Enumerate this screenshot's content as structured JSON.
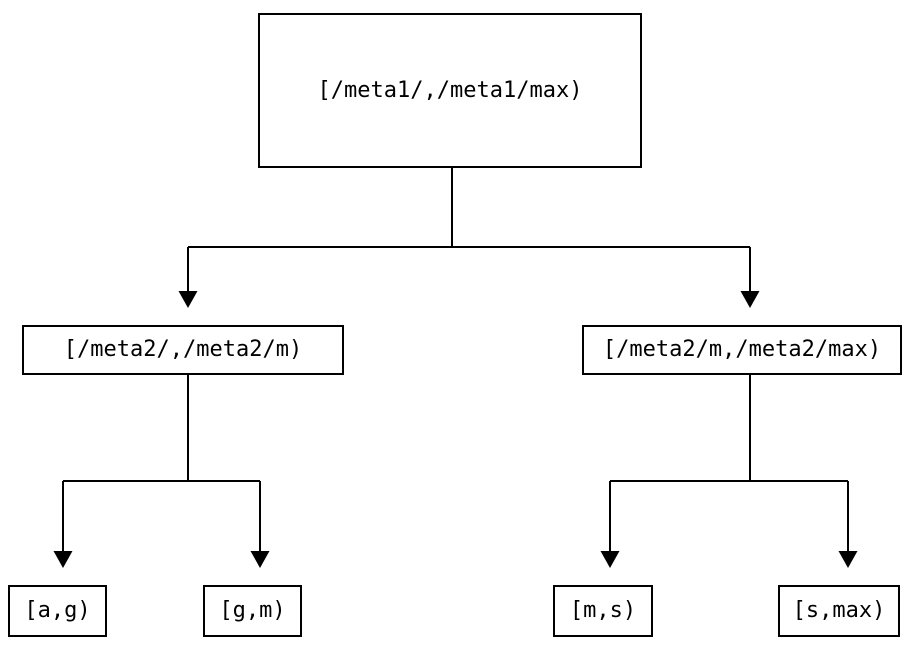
{
  "diagram": {
    "type": "binary-interval-tree",
    "colors": {
      "background": "#ffffff",
      "line": "#000000",
      "box_border": "#000000",
      "text": "#000000"
    },
    "nodes": {
      "root": {
        "label": "[/meta1/,/meta1/max)"
      },
      "left_child": {
        "label": "[/meta2/,/meta2/m)"
      },
      "right_child": {
        "label": "[/meta2/m,/meta2/max)"
      },
      "leaf_ag": {
        "label": "[a,g)"
      },
      "leaf_gm": {
        "label": "[g,m)"
      },
      "leaf_ms": {
        "label": "[m,s)"
      },
      "leaf_smax": {
        "label": "[s,max)"
      }
    },
    "edges": [
      {
        "from": "root",
        "to": "left_child"
      },
      {
        "from": "root",
        "to": "right_child"
      },
      {
        "from": "left_child",
        "to": "leaf_ag"
      },
      {
        "from": "left_child",
        "to": "leaf_gm"
      },
      {
        "from": "right_child",
        "to": "leaf_ms"
      },
      {
        "from": "right_child",
        "to": "leaf_smax"
      }
    ]
  }
}
